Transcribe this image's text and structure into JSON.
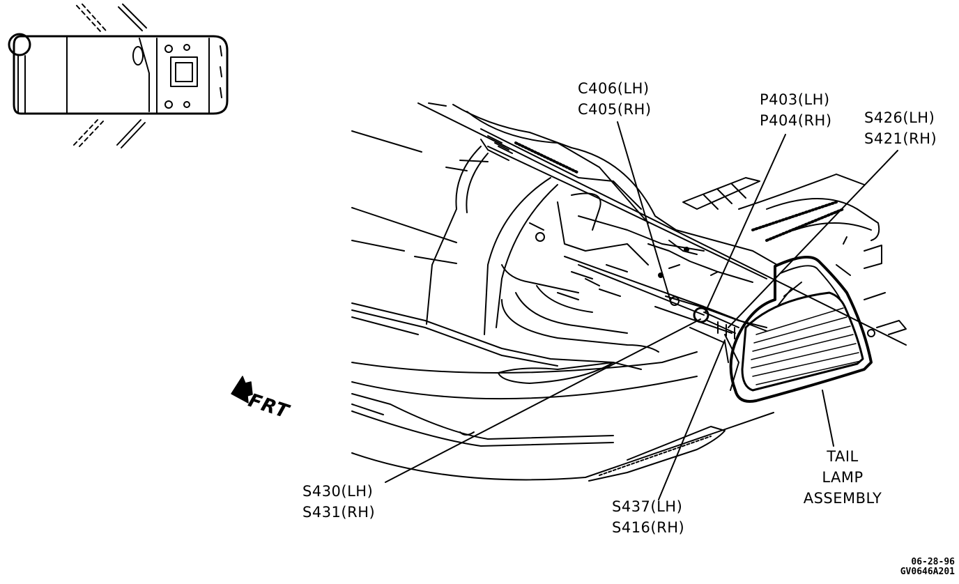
{
  "callouts": {
    "c406": {
      "line1": "C406(LH)",
      "line2": "C405(RH)"
    },
    "p403": {
      "line1": "P403(LH)",
      "line2": "P404(RH)"
    },
    "s426": {
      "line1": "S426(LH)",
      "line2": "S421(RH)"
    },
    "s430": {
      "line1": "S430(LH)",
      "line2": "S431(RH)"
    },
    "s437": {
      "line1": "S437(LH)",
      "line2": "S416(RH)"
    },
    "tail_lamp": {
      "line1": "TAIL",
      "line2": "LAMP",
      "line3": "ASSEMBLY"
    }
  },
  "direction": {
    "label": "FRT",
    "icon": "front-direction-arrow-icon"
  },
  "footer": {
    "date": "06-28-96",
    "figure_code": "GV0646A201"
  },
  "locator": {
    "icon": "vehicle-top-view-icon"
  }
}
